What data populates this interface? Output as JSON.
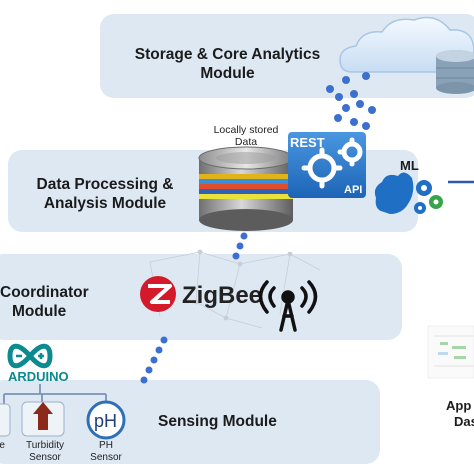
{
  "layers": {
    "storage": {
      "label_line1": "Storage & Core Analytics",
      "label_line2": "Module"
    },
    "processing": {
      "label_line1": "Data Processing &",
      "label_line2": "Analysis Module"
    },
    "coordinator": {
      "label_line1": "Coordinator",
      "label_line2": "Module"
    },
    "sensing": {
      "label": "Sensing Module"
    }
  },
  "database": {
    "label_line1": "Locally stored",
    "label_line2": "Data"
  },
  "api_badge": {
    "top": "REST",
    "bottom": "API"
  },
  "ml": {
    "label": "ML"
  },
  "zigbee": {
    "label": "ZigBee"
  },
  "arduino": {
    "label": "ARDUINO"
  },
  "sensors": [
    {
      "name": "re",
      "line1": "re",
      "line2": ""
    },
    {
      "name": "turbidity",
      "line1": "Turbidity",
      "line2": "Sensor"
    },
    {
      "name": "ph",
      "line1": "PH",
      "line2": "Sensor",
      "symbol": "pH"
    }
  ],
  "app": {
    "line1": "App",
    "line2": "Das"
  },
  "colors": {
    "layer_bg": "#dde8f3",
    "api_blue": "#2e7fd1",
    "dots": "#3b6fd0",
    "arduino": "#0b8a8f",
    "zigbee_red": "#d3192a",
    "ml_blue": "#1f6fc5",
    "ml_green": "#3aa44a"
  }
}
